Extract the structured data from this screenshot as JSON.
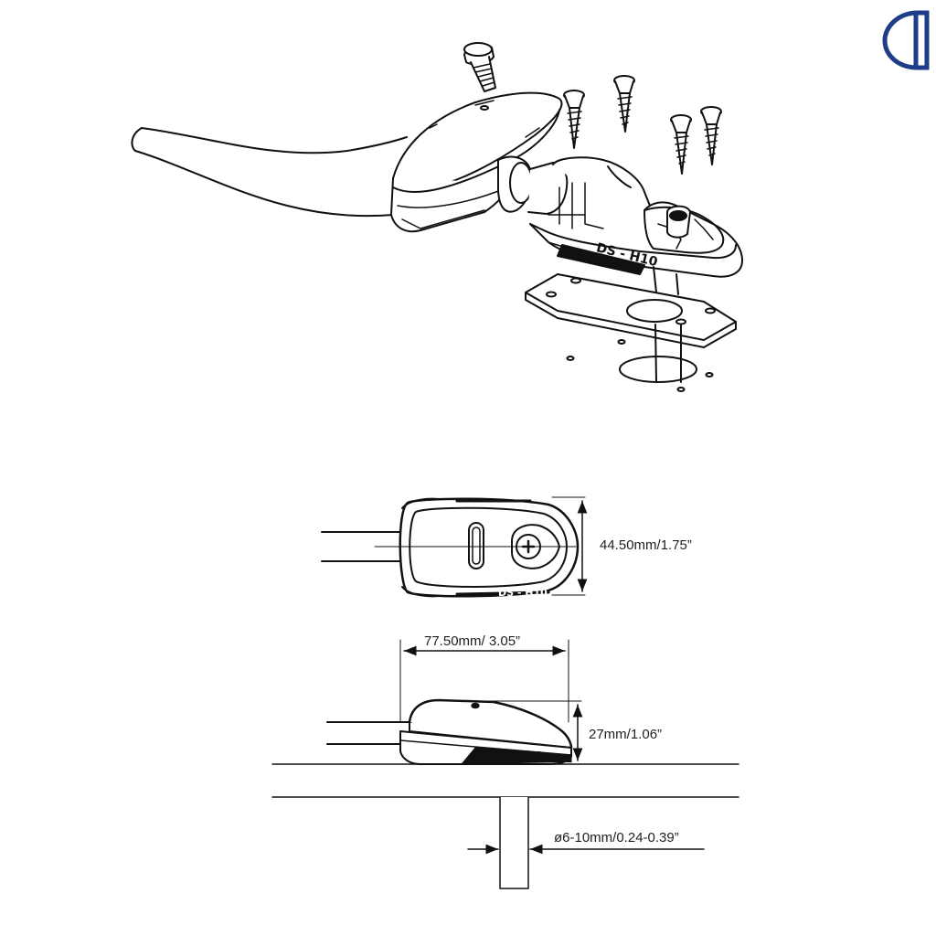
{
  "model_label": "DS - H10",
  "dimensions": {
    "height_top": "44.50mm/1.75”",
    "length": "77.50mm/ 3.05”",
    "height_side": "27mm/1.06”",
    "cable_diameter": "ø6-10mm/0.24-0.39”"
  },
  "colors": {
    "ink": "#111111",
    "logo_blue": "#1f3c88"
  }
}
